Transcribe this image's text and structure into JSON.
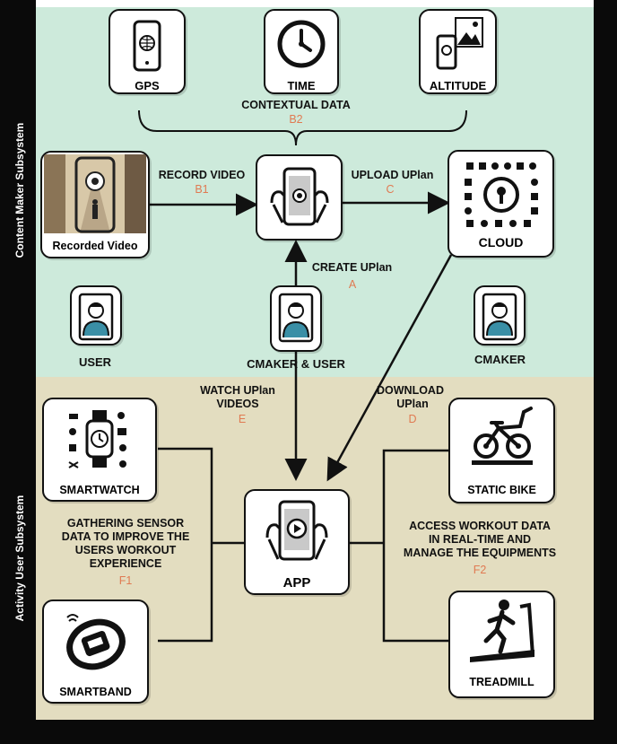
{
  "side_labels": {
    "top": "Content  Maker  Subsystem",
    "bottom": "Activity  User  Subsystem"
  },
  "nodes": {
    "gps": "GPS",
    "time": "TIME",
    "altitude": "ALTITUDE",
    "recorded_video": "Recorded Video",
    "cloud": "CLOUD",
    "user": "USER",
    "cmaker_user": "CMAKER & USER",
    "cmaker": "CMAKER",
    "smartwatch": "SMARTWATCH",
    "smartband": "SMARTBAND",
    "app": "APP",
    "static_bike": "STATIC BIKE",
    "treadmill": "TREADMILL"
  },
  "edges": {
    "contextual": {
      "label": "CONTEXTUAL DATA",
      "code": "B2"
    },
    "record": {
      "label": "RECORD VIDEO",
      "code": "B1"
    },
    "upload": {
      "label": "UPLOAD UPlan",
      "code": "C"
    },
    "create": {
      "label": "CREATE UPlan",
      "code": "A"
    },
    "watch": {
      "label_1": "WATCH UPlan",
      "label_2": "VIDEOS",
      "code": "E"
    },
    "download": {
      "label_1": "DOWNLOAD",
      "label_2": "UPlan",
      "code": "D"
    },
    "sensor": {
      "label_1": "GATHERING SENSOR",
      "label_2": "DATA TO IMPROVE THE",
      "label_3": "USERS WORKOUT",
      "label_4": "EXPERIENCE",
      "code": "F1"
    },
    "access": {
      "label_1": "ACCESS WORKOUT DATA",
      "label_2": "IN REAL-TIME AND",
      "label_3": "MANAGE THE EQUIPMENTS",
      "code": "F2"
    }
  },
  "colors": {
    "top_zone": "#cdeadb",
    "bottom_zone": "#e3ddc0",
    "code_text": "#e07a52",
    "band": "#0a0a0a"
  },
  "icons": [
    "gps-phone-icon",
    "clock-icon",
    "altitude-phone-icon",
    "recording-phone-icon",
    "cloud-network-icon",
    "user-avatar-icon",
    "cmaker-user-avatar-icon",
    "cmaker-avatar-icon",
    "smartwatch-icon",
    "smartband-icon",
    "app-phone-icon",
    "static-bike-icon",
    "treadmill-icon"
  ]
}
